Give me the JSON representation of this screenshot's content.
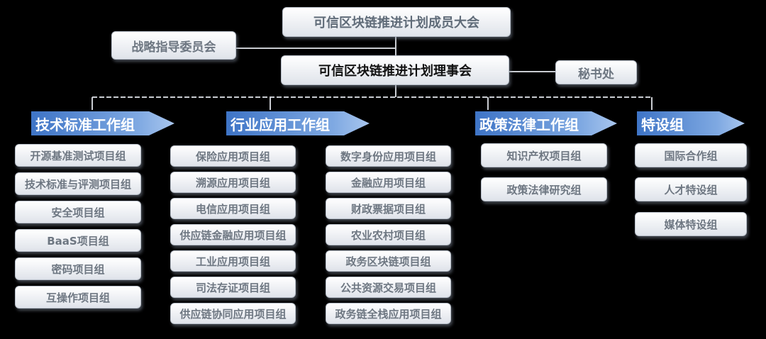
{
  "top": {
    "assembly": "可信区块链推进计划成员大会",
    "strategy": "战略指导委员会",
    "council": "可信区块链推进计划理事会",
    "secretariat": "秘书处"
  },
  "groups": {
    "tech": {
      "title": "技术标准工作组",
      "items": [
        "开源基准测试项目组",
        "技术标准与评测项目组",
        "安全项目组",
        "BaaS项目组",
        "密码项目组",
        "互操作项目组"
      ]
    },
    "industry": {
      "title": "行业应用工作组",
      "items_left": [
        "保险应用项目组",
        "溯源应用项目组",
        "电信应用项目组",
        "供应链金融应用项目组",
        "工业应用项目组",
        "司法存证项目组",
        "供应链协同应用项目组"
      ],
      "items_right": [
        "数字身份应用项目组",
        "金融应用项目组",
        "财政票据项目组",
        "农业农村项目组",
        "政务区块链项目组",
        "公共资源交易项目组",
        "政务链全栈应用项目组"
      ]
    },
    "policy": {
      "title": "政策法律工作组",
      "items": [
        "知识产权项目组",
        "政策法律研究组"
      ]
    },
    "special": {
      "title": "特设组",
      "items": [
        "国际合作组",
        "人才特设组",
        "媒体特设组"
      ]
    }
  }
}
